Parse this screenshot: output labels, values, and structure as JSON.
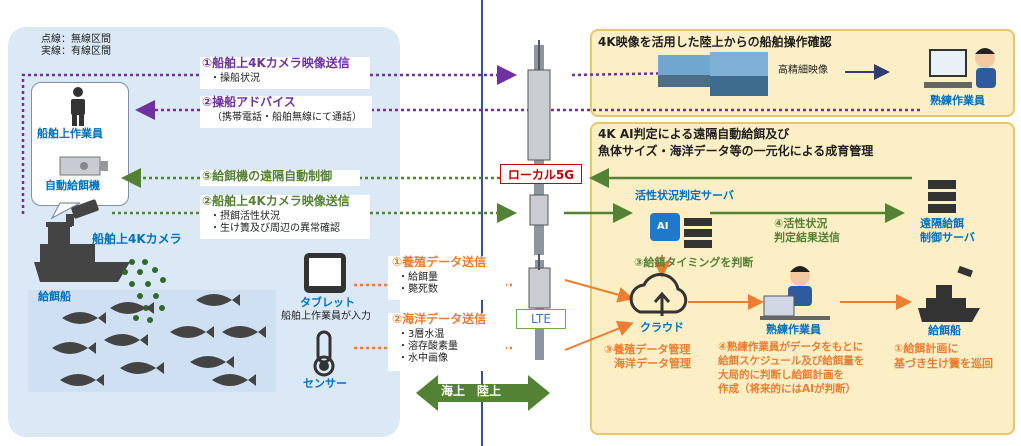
{
  "legend": {
    "line1": "点線：無線区間",
    "line2": "実線：有線区間"
  },
  "sea_side": {
    "ship_worker": "船舶上作業員",
    "auto_feeder": "自動給餌機",
    "camera": "船舶上4Kカメラ",
    "ship": "給餌船",
    "tablet": "タブレット",
    "tablet_sub": "船舶上作業員が入力",
    "sensor": "センサー"
  },
  "flows": {
    "f1_title": "①船舶上4Kカメラ映像送信",
    "f1_sub": "・操船状況",
    "f2_title": "②操船アドバイス",
    "f2_sub": "（携帯電話・船舶無線にて通話）",
    "f5_title": "⑤給餌機の遠隔自動制御",
    "g2_title": "②船舶上4Kカメラ映像送信",
    "g2_sub1": "・摂餌活性状況",
    "g2_sub2": "・生け簀及び周辺の異常確認",
    "o1_title": "①養殖データ送信",
    "o1_sub1": "・給餌量",
    "o1_sub2": "・斃死数",
    "o2_title": "②海洋データ送信",
    "o2_sub1": "・3層水温",
    "o2_sub2": "・溶存酸素量",
    "o2_sub3": "・水中画像"
  },
  "network": {
    "local5g": "ローカル5G",
    "lte": "LTE",
    "boundary": "海上　陸上"
  },
  "land_top": {
    "title": "4K映像を活用した陸上からの船舶操作確認",
    "hd_video": "高精細映像",
    "skilled": "熟練作業員"
  },
  "land_bottom": {
    "title1": "4K AI判定による遠隔自動給餌及び",
    "title2": "魚体サイズ・海洋データ等の一元化による成育管理",
    "activity_server": "活性状況判定サーバ",
    "ai_label": "AI",
    "step4_1": "④活性状況",
    "step4_2": "判定結果送信",
    "remote_server1": "遠隔給餌",
    "remote_server2": "制御サーバ",
    "step3": "③給餌タイミングを判断",
    "cloud": "クラウド",
    "cloud_note1": "③養殖データ管理",
    "cloud_note2": "海洋データ管理",
    "skilled": "熟練作業員",
    "skilled_note1": "④熟練作業員がデータをもとに",
    "skilled_note2": "給餌スケジュール及び給餌量を",
    "skilled_note3": "大局的に判断し給餌計画を",
    "skilled_note4": "作成（将来的にはAIが判断）",
    "ship": "給餌船",
    "ship_note1": "①給餌計画に",
    "ship_note2": "基づき生け簀を巡回"
  },
  "colors": {
    "purple": "#7030a0",
    "green": "#548235",
    "orange": "#ed7d31",
    "blue": "#0070c0",
    "red": "#c00000"
  }
}
